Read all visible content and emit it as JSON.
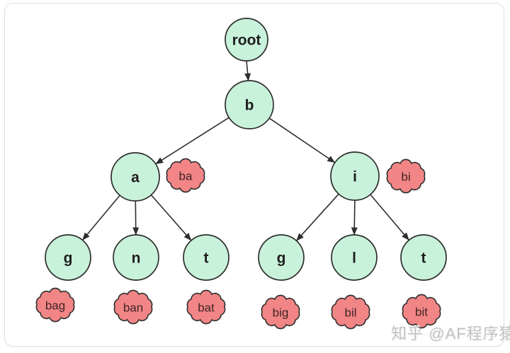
{
  "diagram": {
    "type": "trie-tree",
    "colors": {
      "node_fill": "#c9f2da",
      "node_stroke": "#2e2e2e",
      "edge": "#2e2e2e",
      "cloud_fill": "#f28585",
      "cloud_stroke": "#2e2e2e",
      "cloud_text": "#402427",
      "node_text": "#1e1e1e",
      "card_border": "#e1e1e1"
    },
    "nodes": [
      {
        "id": "root",
        "label": "root"
      },
      {
        "id": "b",
        "label": "b"
      },
      {
        "id": "a",
        "label": "a"
      },
      {
        "id": "i",
        "label": "i"
      },
      {
        "id": "g1",
        "label": "g"
      },
      {
        "id": "n1",
        "label": "n"
      },
      {
        "id": "t1",
        "label": "t"
      },
      {
        "id": "g2",
        "label": "g"
      },
      {
        "id": "l1",
        "label": "l"
      },
      {
        "id": "t2",
        "label": "t"
      }
    ],
    "edges": [
      {
        "from": "root",
        "to": "b"
      },
      {
        "from": "b",
        "to": "a"
      },
      {
        "from": "b",
        "to": "i"
      },
      {
        "from": "a",
        "to": "g1"
      },
      {
        "from": "a",
        "to": "n1"
      },
      {
        "from": "a",
        "to": "t1"
      },
      {
        "from": "i",
        "to": "g2"
      },
      {
        "from": "i",
        "to": "l1"
      },
      {
        "from": "i",
        "to": "t2"
      }
    ],
    "annotations": [
      {
        "label": "ba",
        "near": "a"
      },
      {
        "label": "bi",
        "near": "i"
      },
      {
        "label": "bag",
        "near": "g1"
      },
      {
        "label": "ban",
        "near": "n1"
      },
      {
        "label": "bat",
        "near": "t1"
      },
      {
        "label": "big",
        "near": "g2"
      },
      {
        "label": "bil",
        "near": "l1"
      },
      {
        "label": "bit",
        "near": "t2"
      }
    ]
  },
  "watermark": {
    "text": "知乎 @AF程序猿"
  }
}
